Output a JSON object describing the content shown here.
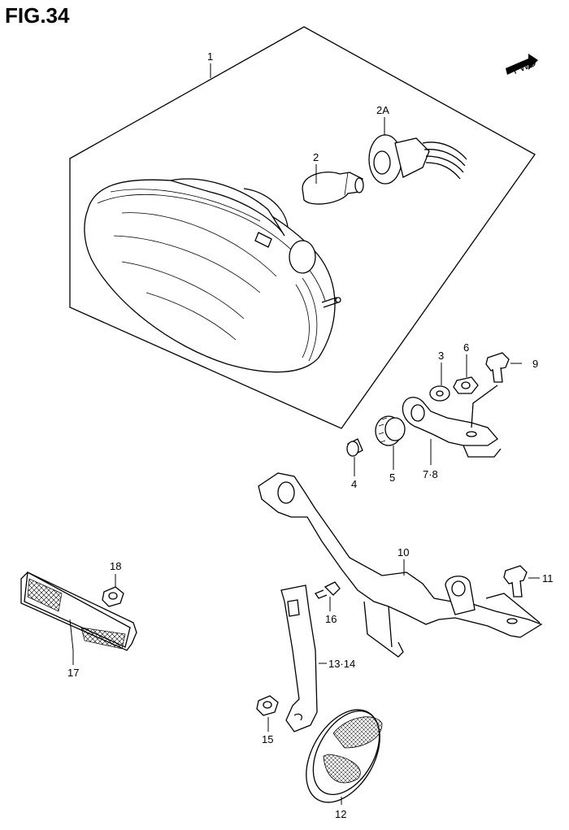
{
  "figure": {
    "title": "FIG.34"
  },
  "fwd_badge": {
    "label": "FWD"
  },
  "callouts": {
    "c1": "1",
    "c2": "2",
    "c2a": "2A",
    "c3": "3",
    "c4": "4",
    "c5": "5",
    "c6": "6",
    "c78": "7·8",
    "c9": "9",
    "c10": "10",
    "c11": "11",
    "c12": "12",
    "c1314": "13·14",
    "c15": "15",
    "c16": "16",
    "c17": "17",
    "c18": "18"
  }
}
